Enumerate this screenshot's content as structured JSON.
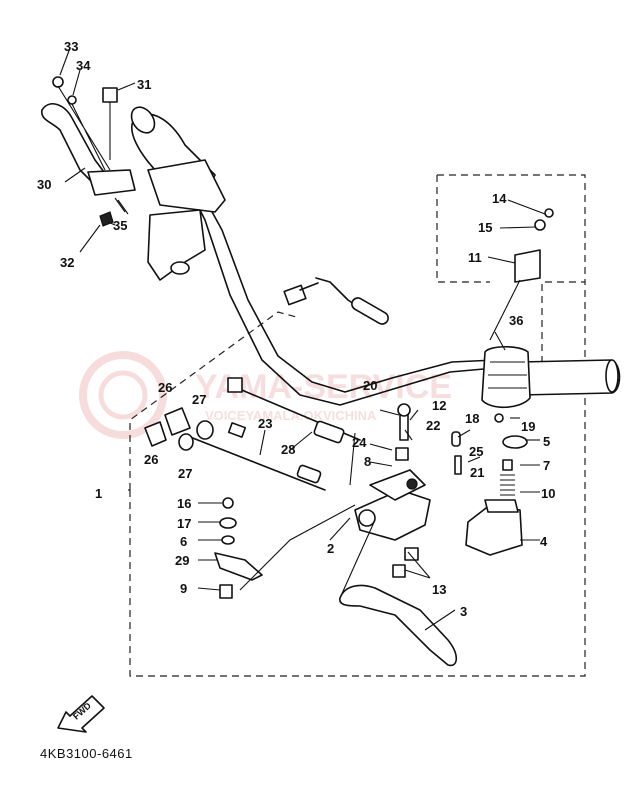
{
  "labels": {
    "l1": "1",
    "l2": "2",
    "l3": "3",
    "l4": "4",
    "l5": "5",
    "l6": "6",
    "l7": "7",
    "l8": "8",
    "l9": "9",
    "l10": "10",
    "l11": "11",
    "l12": "12",
    "l13": "13",
    "l14": "14",
    "l15": "15",
    "l16": "16",
    "l17": "17",
    "l18": "18",
    "l19": "19",
    "l20": "20",
    "l21": "21",
    "l22": "22",
    "l23": "23",
    "l24": "24",
    "l25": "25",
    "l26a": "26",
    "l26b": "26",
    "l27a": "27",
    "l27b": "27",
    "l28": "28",
    "l29": "29",
    "l30": "30",
    "l31": "31",
    "l32": "32",
    "l33": "33",
    "l34": "34",
    "l35": "35",
    "l36": "36"
  },
  "fwd_label": "FWD",
  "diagram_code": "4KB3100-6461",
  "watermark": {
    "brand": "YAMA-SERVICE",
    "sub": "VOICEYAMALA.OKVICHINA"
  },
  "colors": {
    "ink": "#111111",
    "watermark": "#e8a0a0"
  }
}
